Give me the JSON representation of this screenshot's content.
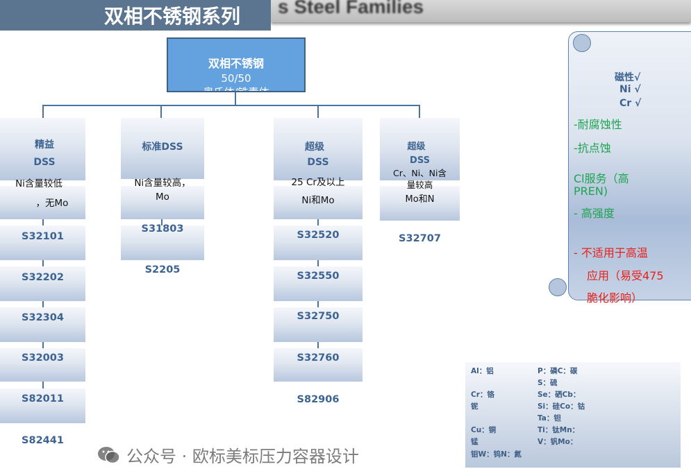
{
  "title": "双相不锈钢系列",
  "background_title": "s Steel Families",
  "root": {
    "line1": "双相不锈钢",
    "line2": "50/50",
    "line3": "奥氏体/铁素体"
  },
  "columns": [
    {
      "label1": "精益",
      "label2": "DSS",
      "desc1": "Ni含量较低",
      "desc2": "，无Mo",
      "grades": [
        "S32101",
        "S32202",
        "S32304",
        "S32003",
        "S82011",
        "S82441"
      ]
    },
    {
      "label1": "标准DSS",
      "desc1": "Ni含量较高，",
      "desc2": "Mo",
      "grades": [
        "S31803",
        "S2205"
      ]
    },
    {
      "label1": "超级",
      "label2": "DSS",
      "desc1": "25 Cr及以上",
      "desc2": "Ni和Mo",
      "grades": [
        "S32520",
        "S32550",
        "S32750",
        "S32760",
        "S82906"
      ]
    },
    {
      "label1": "超级",
      "label2": "DSS",
      "desc1": "Cr、Ni、Ni含",
      "desc1b": "量较高",
      "desc2": "Mo和N",
      "grades": [
        "S32707"
      ]
    }
  ],
  "scroll": {
    "l1": "磁性√",
    "l2": "Ni √",
    "l3": "Cr √",
    "g1": "-耐腐蚀性",
    "g2": "-抗点蚀",
    "g3a": "Cl服务（高",
    "g3b": "PREN)",
    "g4": "-  高强度",
    "r1": "-  不适用于高温",
    "r2": "应用（易受475",
    "r3": "脆化影响）"
  },
  "legend": {
    "a": "Al：铝",
    "b": "P：磷C：碳",
    "c": "S：硫",
    "d": "Cr：铬",
    "e": "Se：硒Cb：",
    "f": "铌",
    "g": "Si：硅Co：钴",
    "h": "Ta：钽",
    "i": "Cu：铜",
    "j": "Ti：钛Mn：",
    "k": "锰",
    "l": "V：钒Mo：",
    "m": "钼W：钨N：氮"
  },
  "watermark": {
    "text": "公众号 · 欧标美标压力容器设计"
  }
}
